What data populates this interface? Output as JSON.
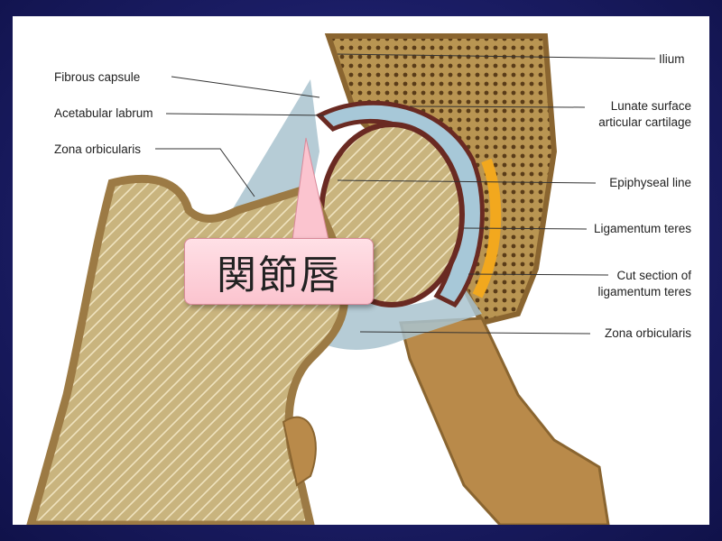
{
  "labels": {
    "fibrous_capsule": "Fibrous capsule",
    "acetabular_labrum": "Acetabular labrum",
    "zona_orbicularis_left": "Zona orbicularis",
    "ilium": "Ilium",
    "lunate_surface_line1": "Lunate surface",
    "lunate_surface_line2": "articular cartilage",
    "epiphyseal_line": "Epiphyseal line",
    "ligamentum_teres": "Ligamentum teres",
    "cut_section_line1": "Cut section of",
    "cut_section_line2": "ligamentum teres",
    "zona_orbicularis_right": "Zona orbicularis"
  },
  "callout": {
    "text": "関節唇"
  },
  "colors": {
    "background": "#1a1c63",
    "bone": "#cdbb86",
    "cortex": "#9c7a44",
    "capsule": "#a9c3cf",
    "cartilage": "#6a2a22",
    "epiphyseal": "#f2a81e",
    "callout": "#fbc4cf"
  }
}
